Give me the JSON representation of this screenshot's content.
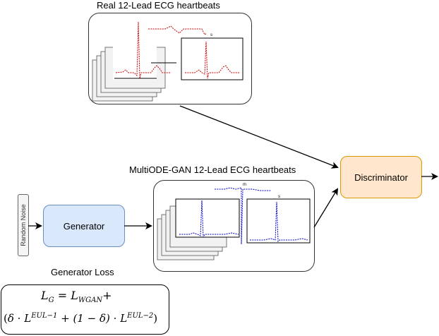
{
  "real_group": {
    "title": "Real 12-Lead ECG heartbeats"
  },
  "fake_group": {
    "title": "MultiODE-GAN 12-Lead ECG heartbeats"
  },
  "nodes": {
    "noise": "Random Noise",
    "generator": "Generator",
    "discriminator": "Discriminator"
  },
  "loss": {
    "title": "Generator Loss",
    "line1": {
      "lhs": "L",
      "lhs_sub": "G",
      "eq": "=",
      "rhs": "L",
      "rhs_sub": "WGAN",
      "plus": "+"
    },
    "line2": {
      "open": "(",
      "delta": "δ",
      "dot": "·",
      "L1": "L",
      "L1_sup": "EUL−1",
      "plus": "+",
      "one_minus": "(1 − δ)",
      "L2": "L",
      "L2_sup": "EUL−2",
      "close": ")"
    }
  },
  "colors": {
    "real_signal": "#cc0000",
    "fake_signal": "#0000cc",
    "generator_fill": "#dae8fc",
    "generator_stroke": "#6c8ebf",
    "discriminator_fill": "#ffe6cc",
    "discriminator_stroke": "#d79b00"
  }
}
